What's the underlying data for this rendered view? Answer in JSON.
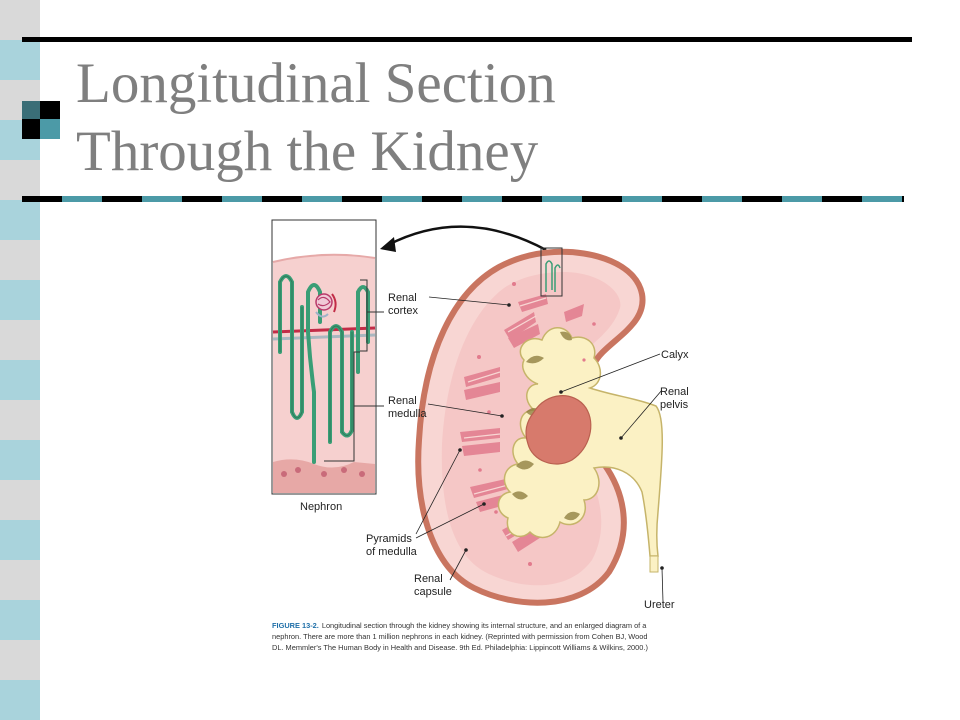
{
  "slide": {
    "title_line1": "Longitudinal Section",
    "title_line2": "Through the Kidney"
  },
  "theme": {
    "strip_light": "#d9d9d9",
    "strip_teal": "#a9d3dc",
    "accent_teal": "#4c9aa7",
    "rule_black": "#000000",
    "title_gray": "#7f7f7f"
  },
  "figure": {
    "labels": {
      "renal_cortex_1": "Renal",
      "renal_cortex_2": "cortex",
      "calyx": "Calyx",
      "renal_pelvis_1": "Renal",
      "renal_pelvis_2": "pelvis",
      "renal_medulla_1": "Renal",
      "renal_medulla_2": "medulla",
      "nephron": "Nephron",
      "pyramids_1": "Pyramids",
      "pyramids_2": "of medulla",
      "renal_capsule_1": "Renal",
      "renal_capsule_2": "capsule",
      "ureter": "Ureter"
    },
    "caption": {
      "label": "FIGURE 13-2.",
      "line1": "Longitudinal section through the kidney showing its internal structure, and an enlarged diagram of a",
      "line2": "nephron. There are more than 1 million nephrons in each kidney. (Reprinted with permission from Cohen BJ, Wood",
      "line3": "DL. Memmler's The Human Body in Health and Disease. 9th Ed. Philadelphia: Lippincott Williams & Wilkins, 2000.)"
    }
  }
}
